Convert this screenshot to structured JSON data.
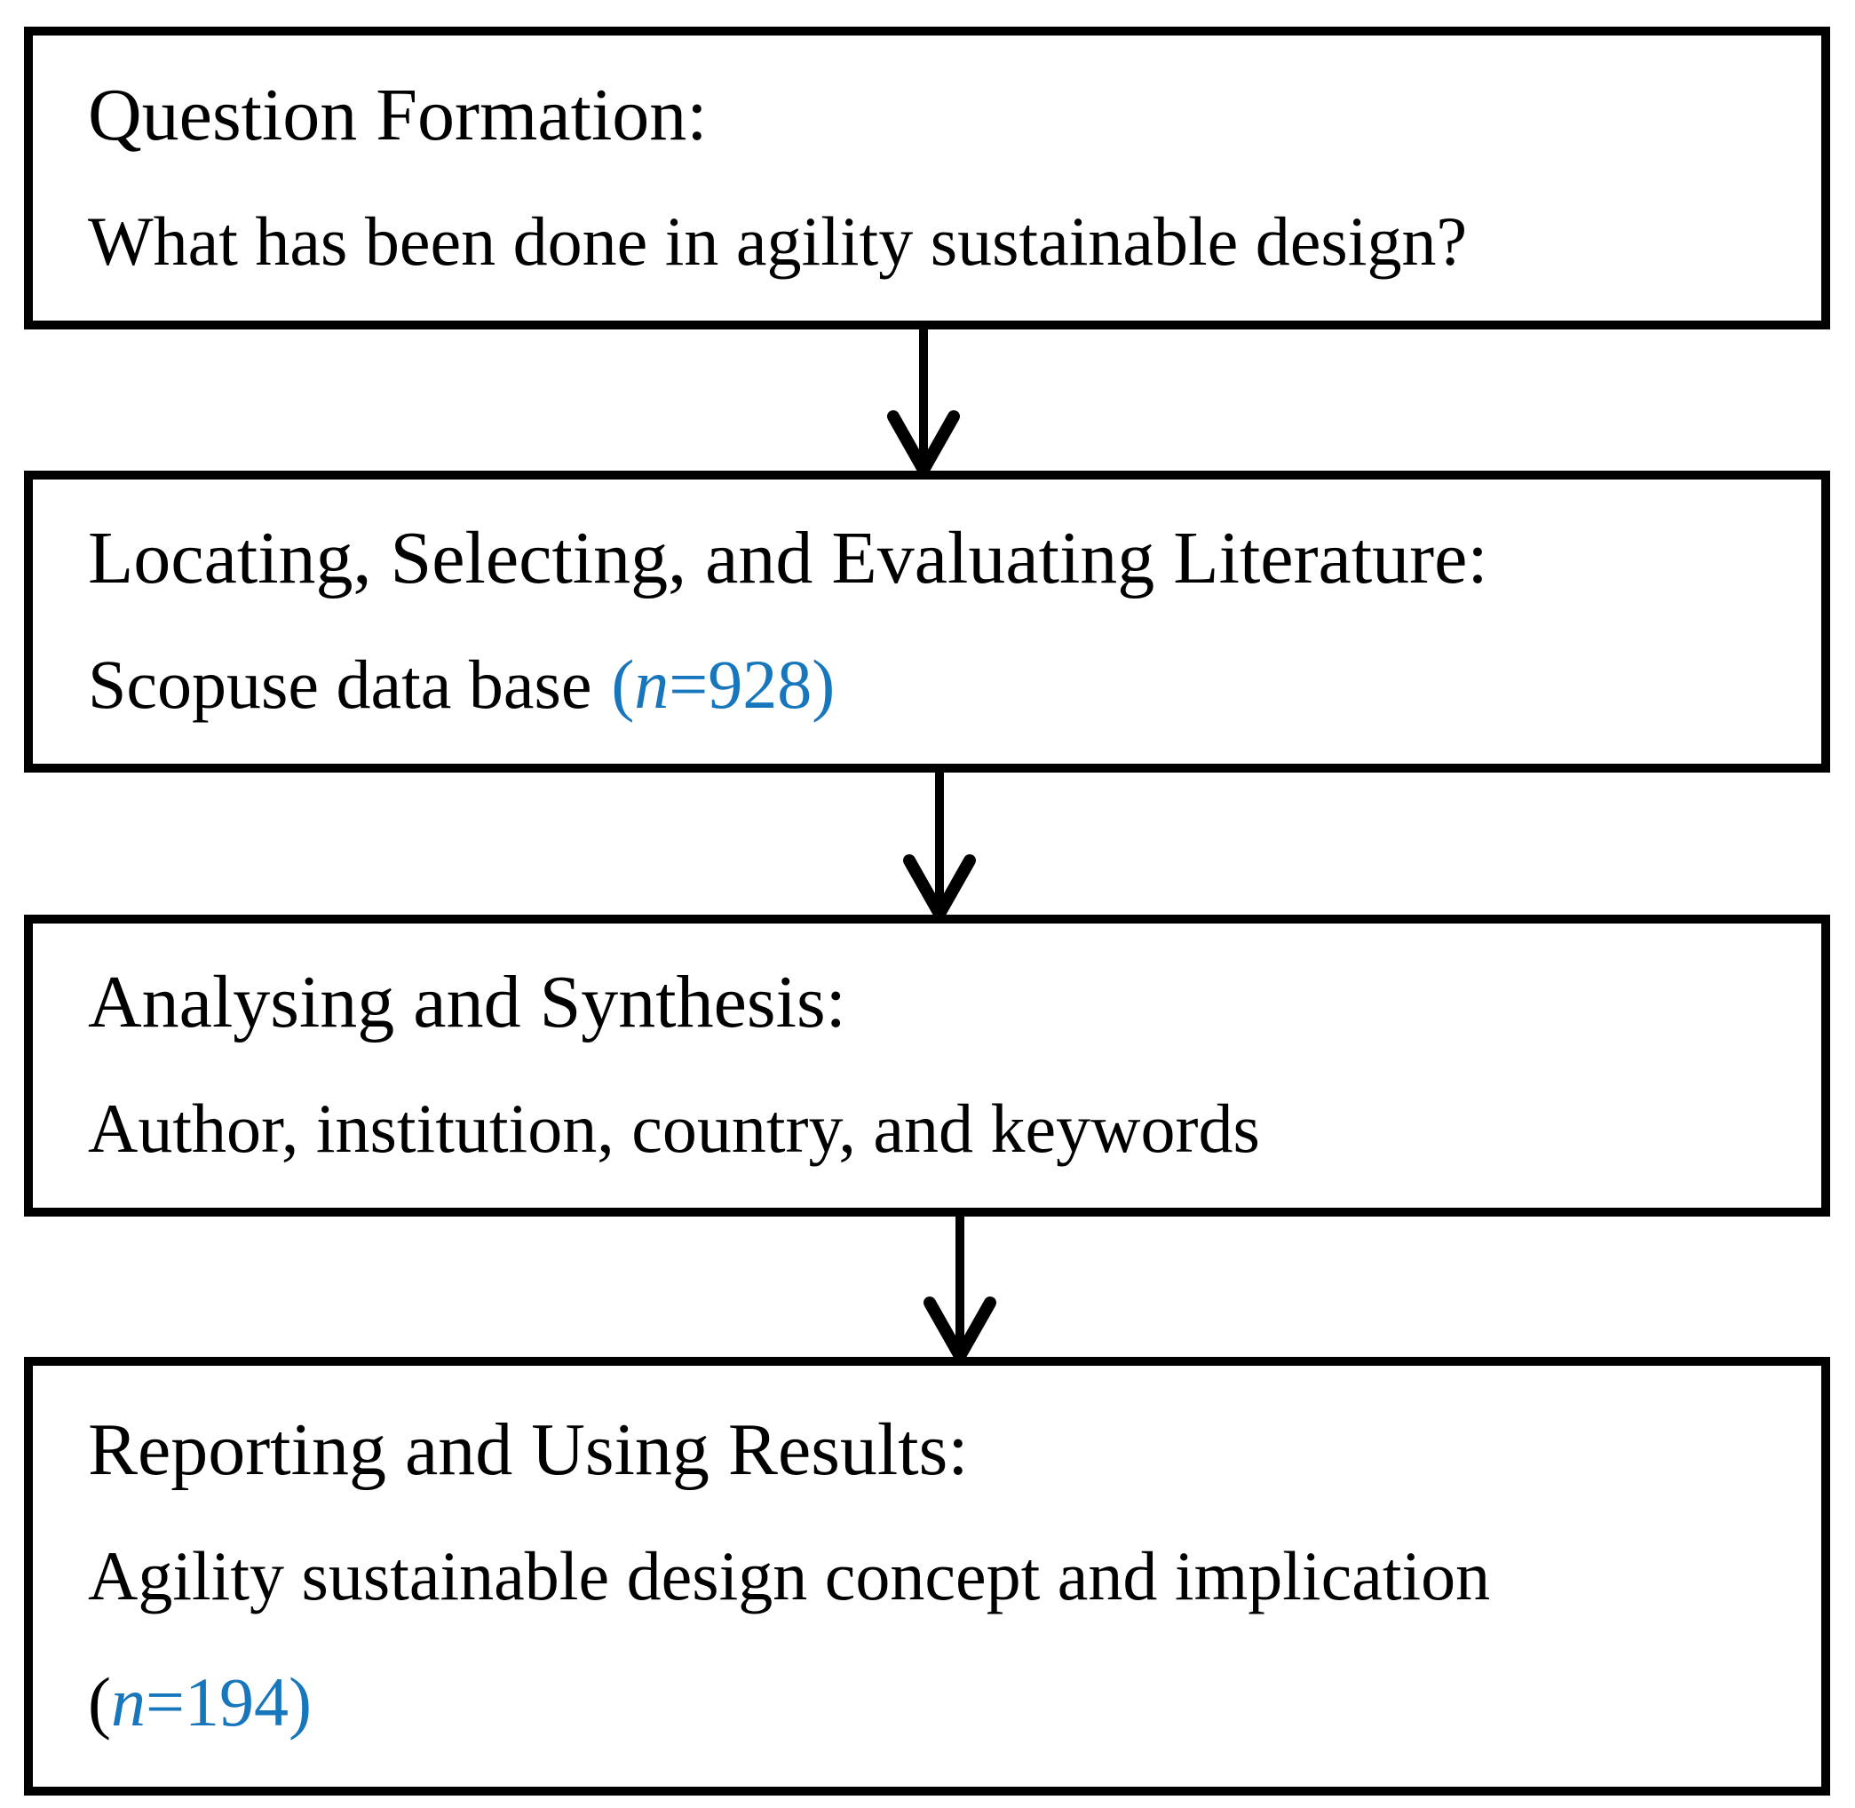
{
  "figure": {
    "background": "#ffffff",
    "ink": "#000000",
    "accent_blue": "#1776bc",
    "boxes": [
      {
        "name": "question-formation",
        "title": "Question Formation:",
        "body": "What has been done in agility sustainable design?"
      },
      {
        "name": "locating-selecting-evaluating-literature",
        "title": "Locating, Selecting, and Evaluating Literature:",
        "body": "Scopuse data base",
        "note_open": "(",
        "note_var": "n",
        "note_rest": "=928)"
      },
      {
        "name": "analysing-and-synthesis",
        "title": "Analysing and Synthesis:",
        "body": "Author, institution, country, and keywords"
      },
      {
        "name": "reporting-and-using-results",
        "title": "Reporting and Using Results:",
        "body": "Agility sustainable design concept and implication",
        "note_open": "(",
        "note_var": "n",
        "note_rest": "=194)"
      }
    ]
  }
}
